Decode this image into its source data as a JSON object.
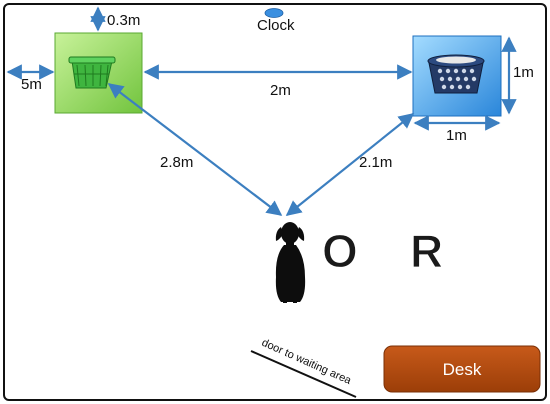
{
  "labels": {
    "clock": "Clock",
    "top_gap": "0.3m",
    "left_gap": "5m",
    "between_baskets": "2m",
    "green_to_dog": "2.8m",
    "blue_to_dog": "2.1m",
    "blue_height": "1m",
    "blue_width": "1m",
    "door": "door to waiting area",
    "desk": "Desk",
    "letter_left": "O",
    "letter_right": "R"
  },
  "icons": {
    "green_basket": "laundry-basket-green-icon",
    "blue_basket": "laundry-basket-blue-icon",
    "dog": "dog-silhouette-icon",
    "clock": "clock-oval-icon"
  },
  "colors": {
    "arrow": "#3c7fc0",
    "green_box_light": "#b8e986",
    "green_box_dark": "#7ccc48",
    "blue_box_light": "#8fd0ff",
    "blue_box_dark": "#2f8ee0",
    "desk": "#b34a0f",
    "clock": "#3a8fe0"
  }
}
